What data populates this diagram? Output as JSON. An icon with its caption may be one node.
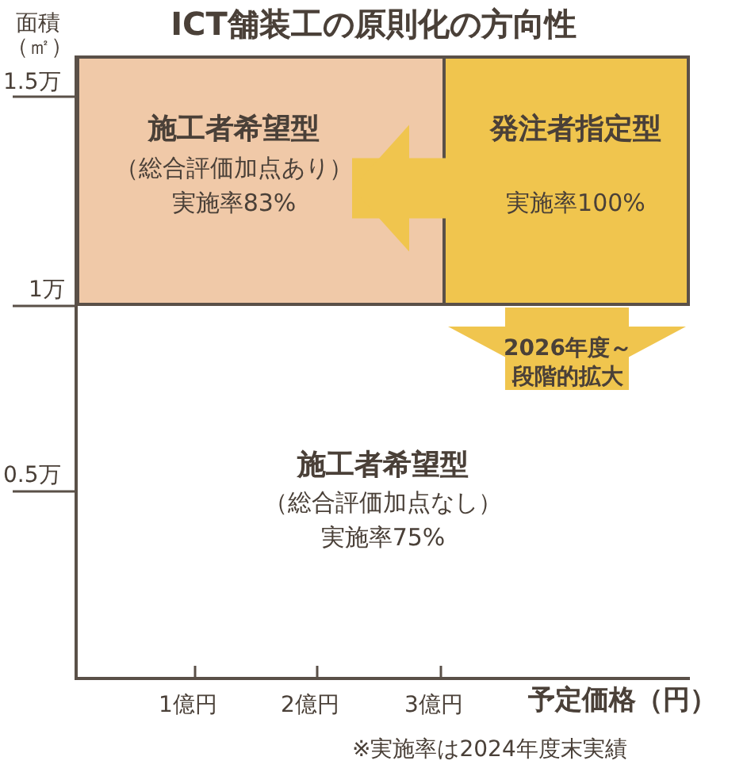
{
  "diagram": {
    "title": "ICT舗装工の原則化の方向性",
    "nodes": [
      {
        "text": [
          "施工者希望型",
          "（総合評価加点あり）",
          "実施率83%"
        ]
      },
      {
        "text": [
          "発注者指定型",
          "実施率100%"
        ]
      },
      {
        "text": [
          "施工者希望型",
          "（総合評価加点なし）",
          "実施率75%"
        ]
      }
    ],
    "edges": [
      {
        "from": 1,
        "to": 0,
        "arrow": "to"
      },
      {
        "from": 1,
        "to": 2,
        "arrow": "to",
        "label": "2026年度～段階的拡大",
        "style": "thick"
      }
    ],
    "labels": [
      "面積（㎡）",
      "1.5万",
      "1万",
      "0.5万",
      "1億円",
      "2億円",
      "3億円",
      "予定価格（円）",
      "※実施率は2024年度末実績"
    ]
  }
}
